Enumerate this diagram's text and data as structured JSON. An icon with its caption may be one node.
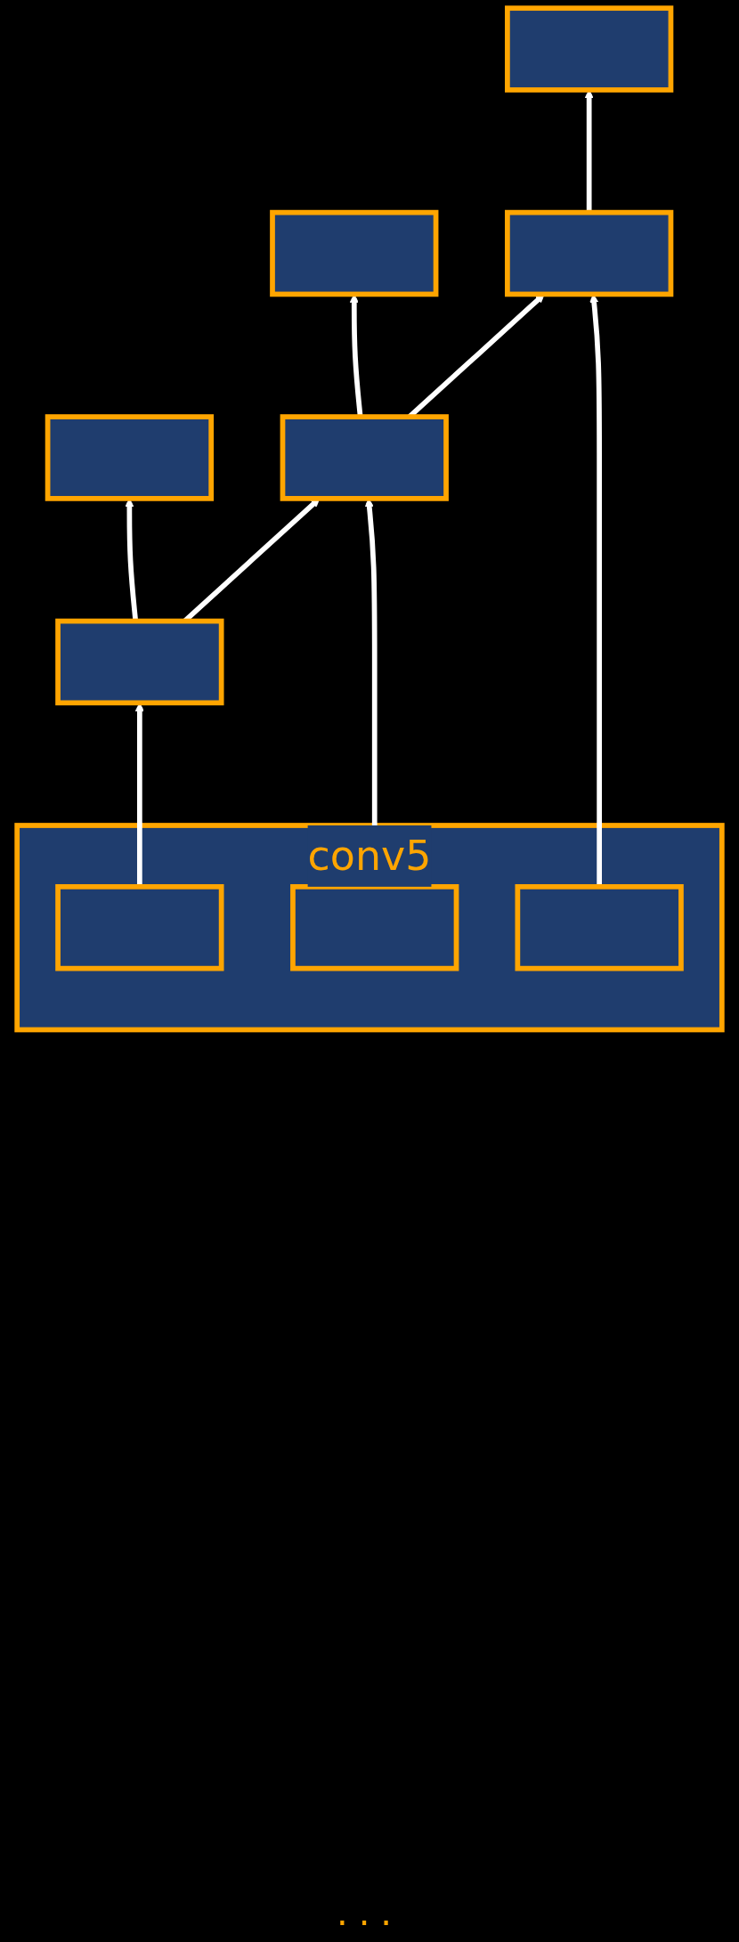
{
  "diagram": {
    "nodes": [
      {
        "text": [],
        "shape": "box"
      },
      {
        "text": [],
        "shape": "box"
      },
      {
        "text": [],
        "shape": "box"
      },
      {
        "text": [],
        "shape": "box"
      },
      {
        "text": [],
        "shape": "box"
      },
      {
        "text": [],
        "shape": "box"
      },
      {
        "text": [
          "conv5"
        ]
      },
      {
        "text": [],
        "shape": "box",
        "in": 6
      },
      {
        "text": [],
        "shape": "box",
        "in": 6
      },
      {
        "text": [],
        "shape": "box",
        "in": 6
      }
    ],
    "edges": [
      {
        "from": 3,
        "to": 0,
        "arrow": "to"
      },
      {
        "from": 4,
        "to": 1,
        "arrow": "to"
      },
      {
        "from": 5,
        "to": 2,
        "arrow": "to"
      },
      {
        "from": 3,
        "to": 4,
        "arrow": "to"
      },
      {
        "from": 4,
        "to": 5,
        "arrow": "to"
      },
      {
        "from": 7,
        "to": 3,
        "arrow": "to"
      },
      {
        "from": 8,
        "to": 4,
        "arrow": "to"
      },
      {
        "from": 9,
        "to": 5,
        "arrow": "to"
      }
    ],
    "labels": [
      "..."
    ]
  }
}
